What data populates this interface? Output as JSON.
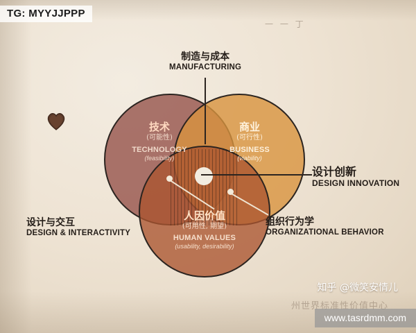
{
  "watermarks": {
    "tg_tag": "TG: MYYJJPPP",
    "url_tag": "www.tasrdmm.com",
    "credit": "知乎 @微笑安情儿",
    "top_scribble": "一  一 丁",
    "bottom_scribble": "州世界标准性价值中心"
  },
  "diagram": {
    "title": "Design Innovation Venn Diagram",
    "circles": [
      {
        "id": "technology",
        "cn": "技术",
        "cn_sub": "(可能性)",
        "en": "TECHNOLOGY",
        "en_sub": "(feasibility)",
        "color": "#945048"
      },
      {
        "id": "business",
        "cn": "商业",
        "cn_sub": "(可行性)",
        "en": "BUSINESS",
        "en_sub": "(viability)",
        "color": "#d8933e"
      },
      {
        "id": "human-values",
        "cn": "人因价值",
        "cn_sub": "(可用性, 期望)",
        "en": "HUMAN VALUES",
        "en_sub": "(usability, desirability)",
        "color": "#aa5430"
      }
    ],
    "callouts": [
      {
        "id": "manufacturing",
        "cn": "制造与成本",
        "en": "MANUFACTURING"
      },
      {
        "id": "design-innovation",
        "cn": "设计创新",
        "en": "DESIGN INNOVATION"
      },
      {
        "id": "design-interactivity",
        "cn": "设计与交互",
        "en": "DESIGN & INTERACTIVITY"
      },
      {
        "id": "organizational-behavior",
        "cn": "组织行为学",
        "en": "ORGANIZATIONAL BEHAVIOR"
      }
    ]
  }
}
